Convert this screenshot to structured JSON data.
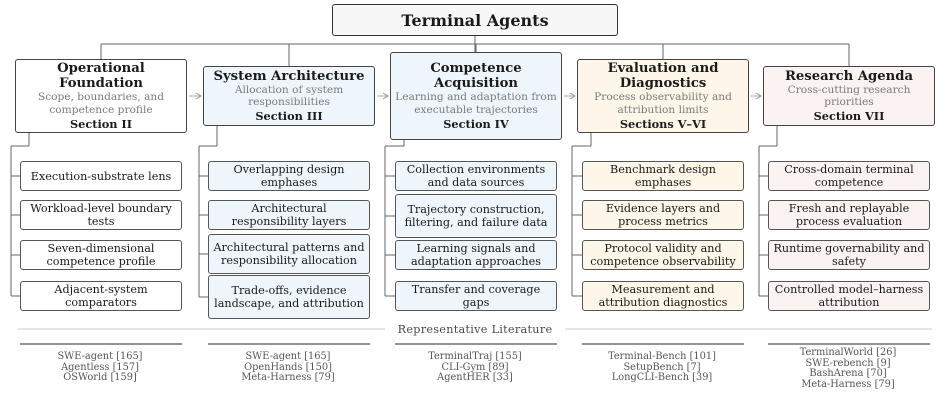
{
  "title": "Terminal Agents",
  "colors": {
    "col1": "#ffffff",
    "col2": "#eef6fb",
    "col3": "#eef6fb",
    "col4": "#fdf6e9",
    "col5": "#faf3f1"
  },
  "columns": [
    {
      "heading": "Operational Foundation",
      "subtitle": "Scope, boundaries, and competence profile",
      "section": "Section II",
      "items": [
        "Execution-substrate lens",
        "Workload-level boundary tests",
        "Seven-dimensional competence profile",
        "Adjacent-system comparators"
      ],
      "literature": [
        "SWE-agent [165]",
        "Agentless [157]",
        "OSWorld [159]"
      ]
    },
    {
      "heading": "System Architecture",
      "subtitle": "Allocation of system responsibilities",
      "section": "Section III",
      "items": [
        "Overlapping design emphases",
        "Architectural responsibility layers",
        "Architectural patterns and responsibility allocation",
        "Trade-offs, evidence landscape, and attribution"
      ],
      "literature": [
        "SWE-agent [165]",
        "OpenHands [150]",
        "Meta-Harness [79]"
      ]
    },
    {
      "heading": "Competence Acquisition",
      "subtitle": "Learning and adaptation from executable trajectories",
      "section": "Section IV",
      "items": [
        "Collection environments and data sources",
        "Trajectory construction, filtering, and failure data",
        "Learning signals and adaptation approaches",
        "Transfer and coverage gaps"
      ],
      "literature": [
        "TerminalTraj [155]",
        "CLI-Gym [89]",
        "AgentHER [33]"
      ]
    },
    {
      "heading": "Evaluation and Diagnostics",
      "subtitle": "Process observability and attribution limits",
      "section": "Sections V–VI",
      "items": [
        "Benchmark design emphases",
        "Evidence layers and process metrics",
        "Protocol validity and competence observability",
        "Measurement and attribution diagnostics"
      ],
      "literature": [
        "Terminal-Bench [101]",
        "SetupBench [7]",
        "LongCLI-Bench [39]"
      ]
    },
    {
      "heading": "Research Agenda",
      "subtitle": "Cross-cutting research priorities",
      "section": "Section VII",
      "items": [
        "Cross-domain terminal competence",
        "Fresh and replayable process evaluation",
        "Runtime governability and safety",
        "Controlled model–harness attribution"
      ],
      "literature": [
        "TerminalWorld [26]",
        "SWE-rebench [9]",
        "BashArena [70]",
        "Meta-Harness [79]"
      ]
    }
  ],
  "literature_title": "Representative Literature"
}
